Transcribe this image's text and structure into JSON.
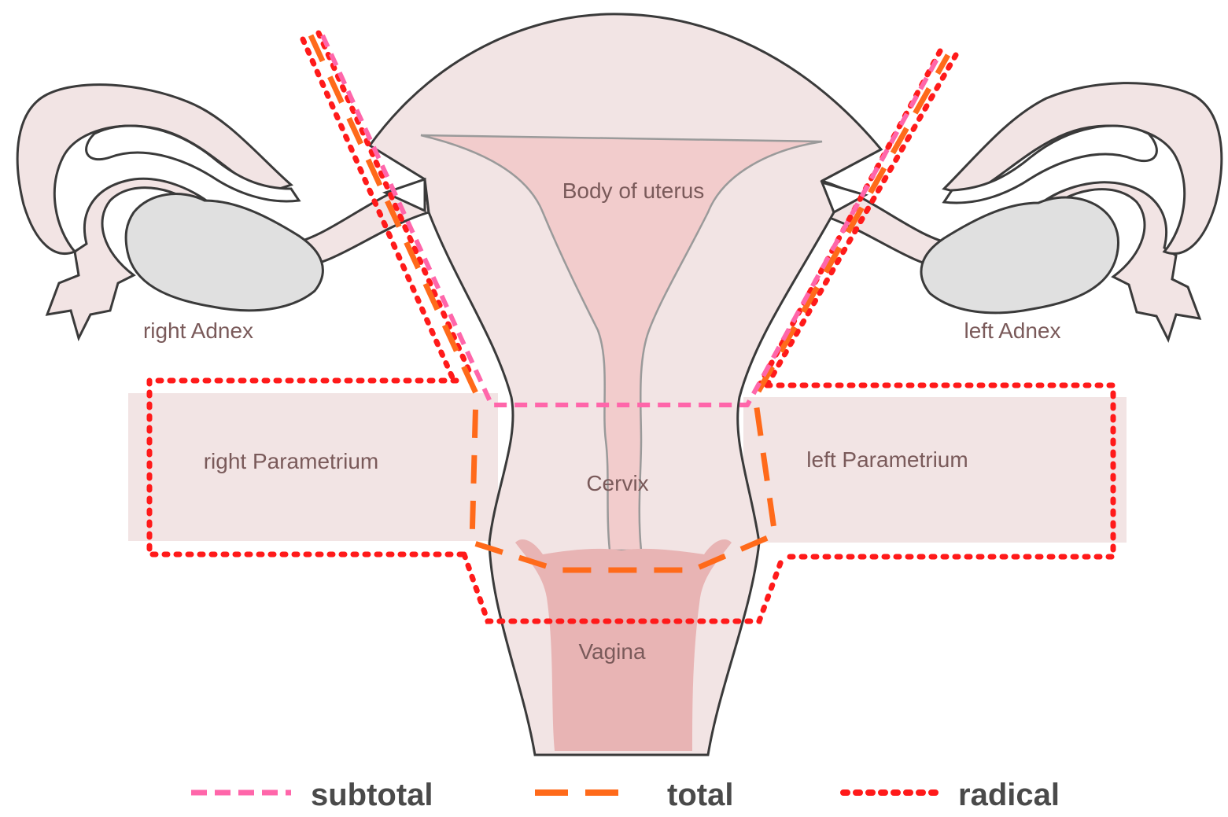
{
  "diagram": {
    "labels": {
      "body_of_uterus": "Body of uterus",
      "cervix": "Cervix",
      "vagina": "Vagina",
      "right_adnex": "right Adnex",
      "left_adnex": "left Adnex",
      "right_parametrium": "right Parametrium",
      "left_parametrium": "left Parametrium"
    },
    "legend": [
      {
        "label": "subtotal",
        "color": "#ff66aa",
        "style": "short-dash"
      },
      {
        "label": "total",
        "color": "#ff6a1a",
        "style": "long-dash"
      },
      {
        "label": "radical",
        "color": "#ff1a1a",
        "style": "dotted"
      }
    ],
    "colors": {
      "tissue": "#f2e4e4",
      "cavity": "#f2cccc",
      "vagina_lining": "#e8b4b4",
      "ovary": "#e0e0e0",
      "parametrium": "#f2e4e4",
      "outline": "#3a3a3a"
    }
  }
}
